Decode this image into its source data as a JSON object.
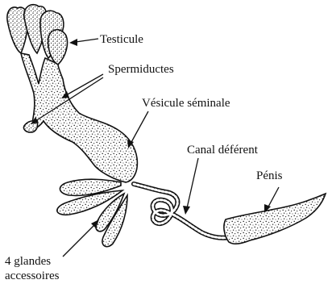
{
  "labels": {
    "testicule": "Testicule",
    "spermiductes": "Spermiductes",
    "vesicule": "Vésicule séminale",
    "canal": "Canal déférent",
    "penis": "Pénis",
    "glandes_line1": "4 glandes",
    "glandes_line2": "accessoires"
  },
  "colors": {
    "ink": "#111111",
    "stipple": "#222222",
    "background": "#ffffff"
  }
}
